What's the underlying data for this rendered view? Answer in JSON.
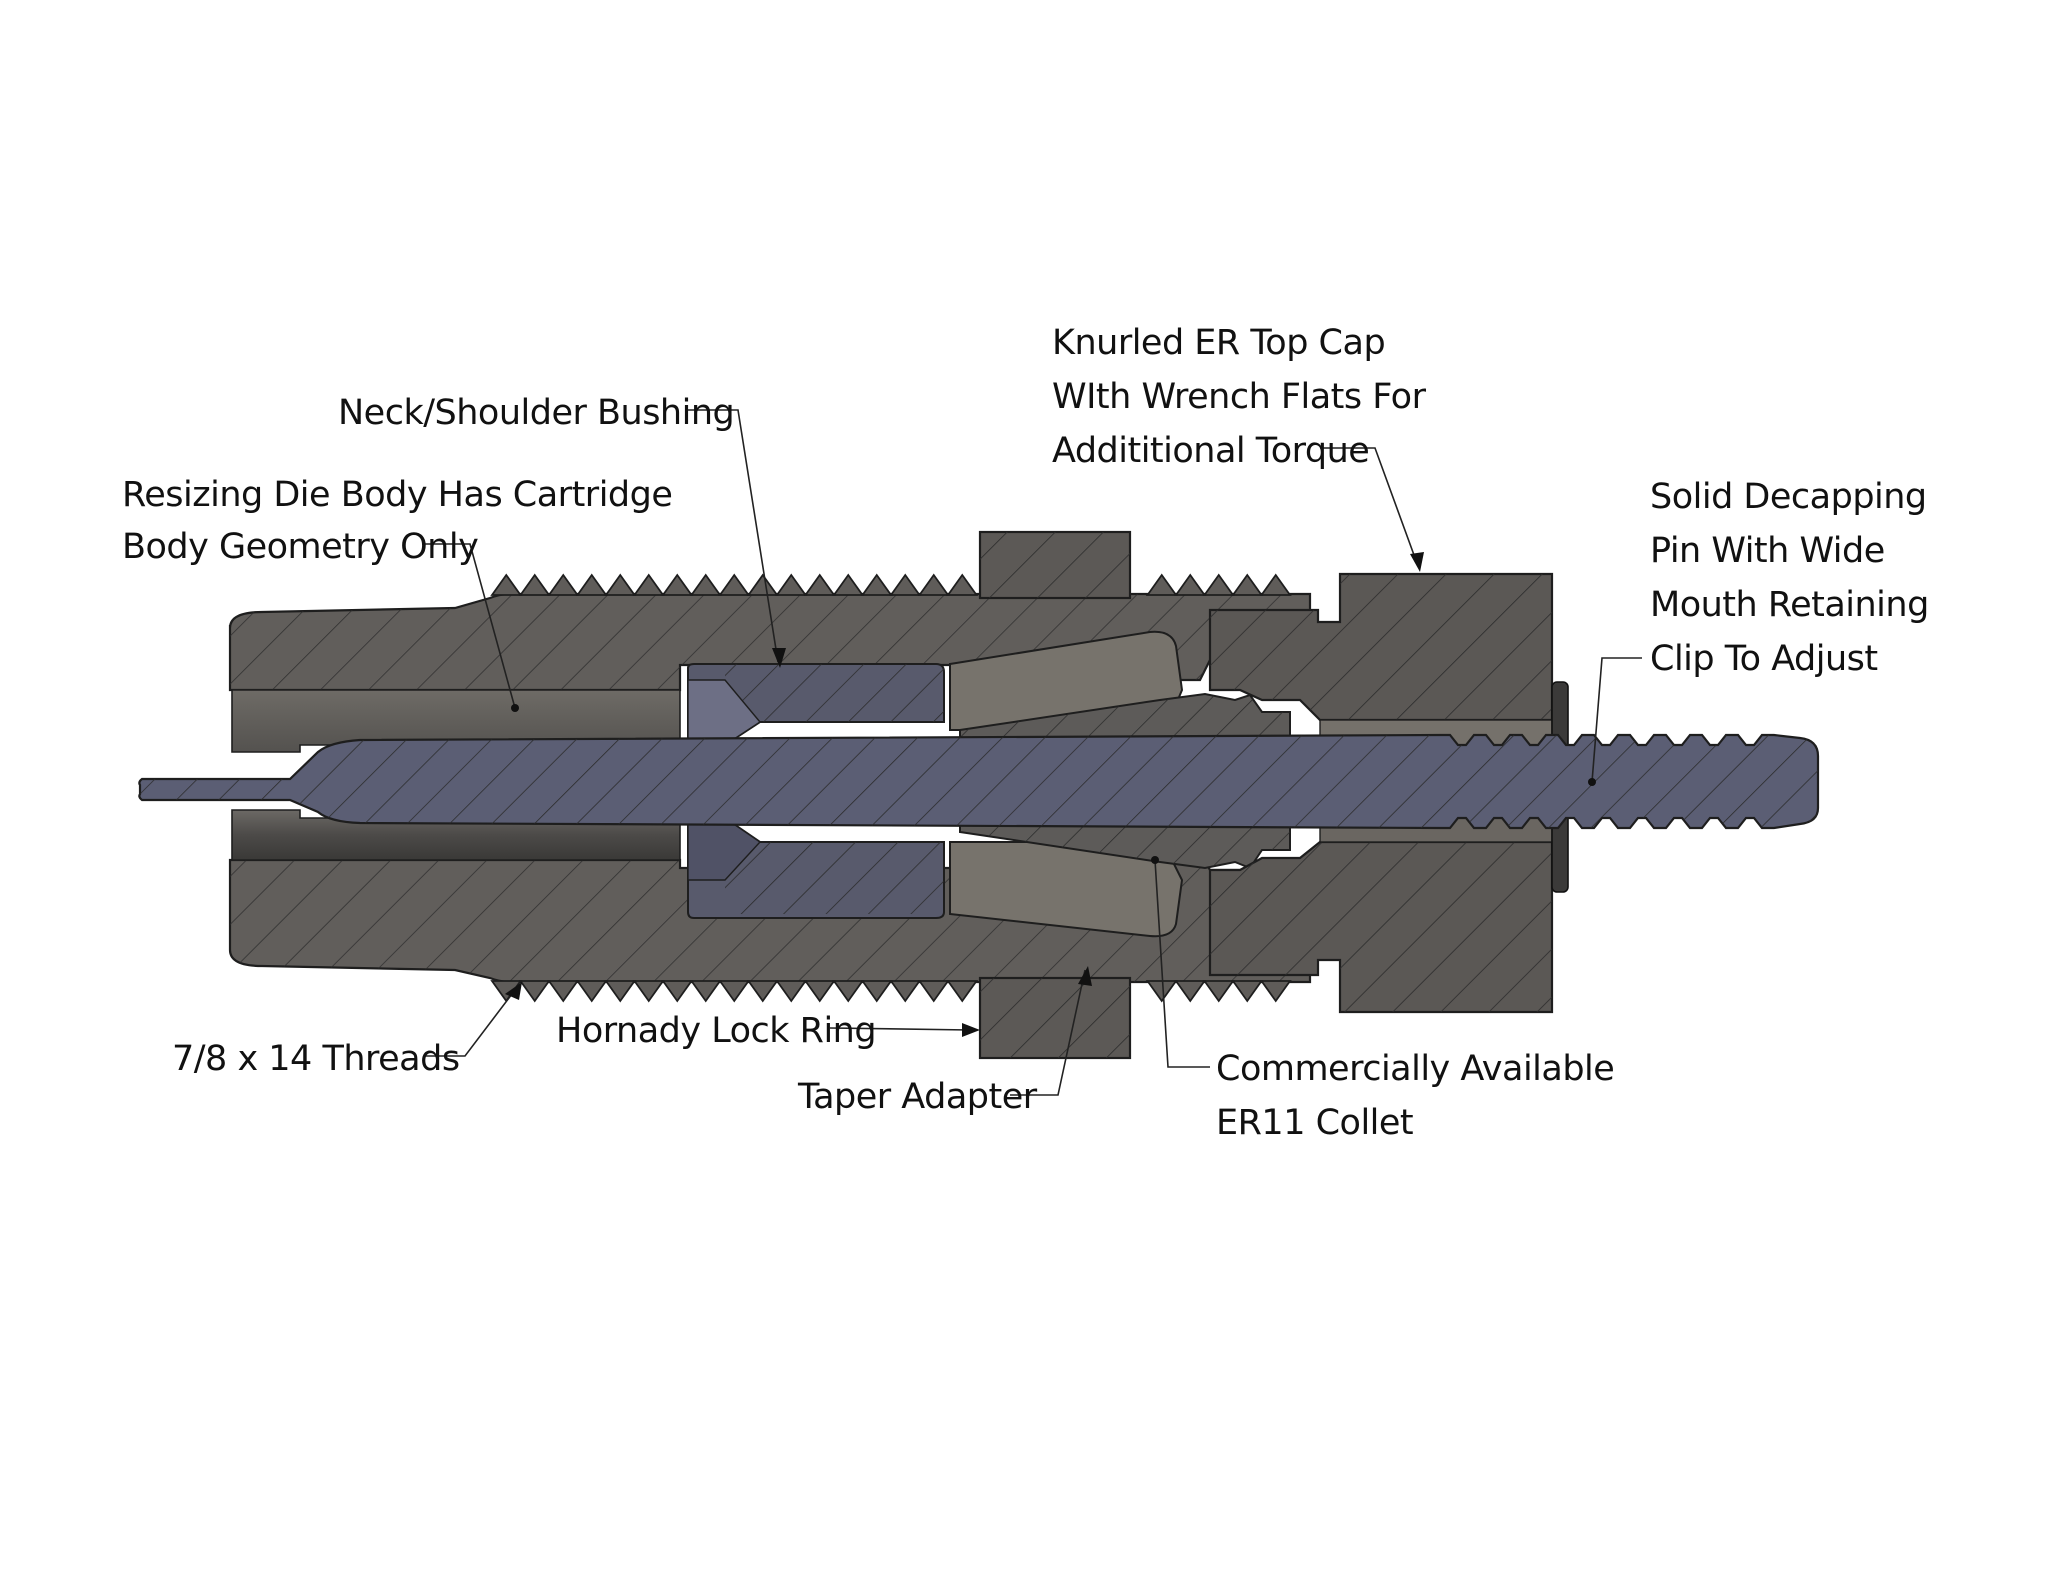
{
  "colors": {
    "body": "#5f5c59",
    "body_light": "#6f6c68",
    "bore": "#4a4846",
    "rod": "#5b5e74",
    "bushing": "#585a6c",
    "collet": "#5d5b59",
    "adapter": "#77736c",
    "cap": "#5b5855",
    "outline": "#1e1e1e",
    "hatch": "#2c2c2c"
  },
  "labels": {
    "neck_bushing": [
      "Neck/Shoulder Bushing"
    ],
    "die_body": [
      "Resizing Die Body Has Cartridge",
      "Body Geometry Only"
    ],
    "top_cap": [
      "Knurled ER Top Cap",
      "WIth Wrench Flats For",
      "Addititional Torque"
    ],
    "decap_pin": [
      "Solid Decapping",
      "Pin With Wide",
      "Mouth Retaining",
      "Clip To Adjust"
    ],
    "threads": [
      "7/8 x 14 Threads"
    ],
    "lock_ring": [
      "Hornady Lock Ring"
    ],
    "taper_adapter": [
      "Taper Adapter"
    ],
    "collet": [
      "Commercially Available",
      "ER11 Collet"
    ]
  }
}
